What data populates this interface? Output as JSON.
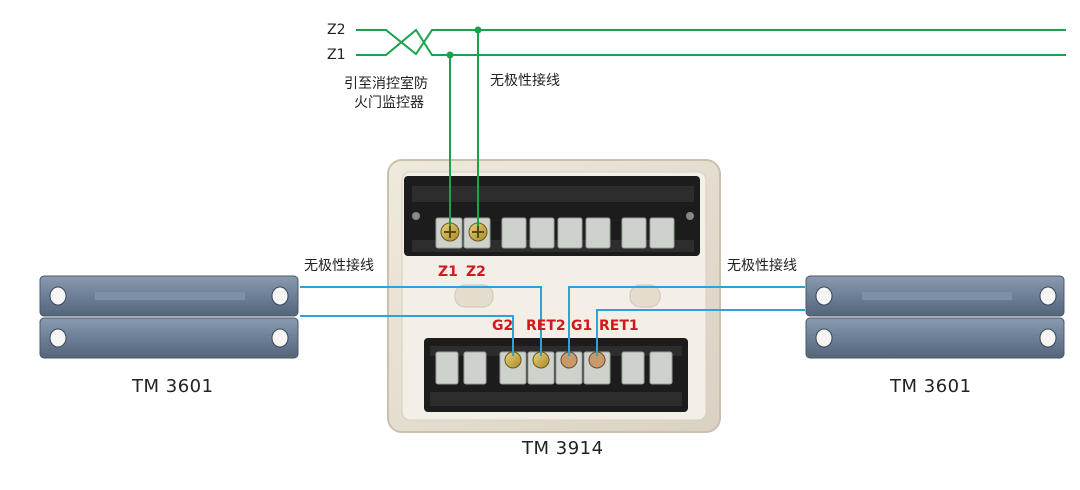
{
  "lines": {
    "z2_label": "Z2",
    "z1_label": "Z1",
    "to_control_room_line1": "引至消控室防",
    "to_control_room_line2": "火门监控器",
    "nonpolar_top": "无极性接线",
    "nonpolar_left": "无极性接线",
    "nonpolar_right": "无极性接线"
  },
  "terminals": {
    "z1": "Z1",
    "z2": "Z2",
    "g2": "G2",
    "ret2": "RET2",
    "g1": "G1",
    "ret1": "RET1"
  },
  "devices": {
    "left_sensor": "TM 3601",
    "right_sensor": "TM 3601",
    "module": "TM 3914"
  },
  "colors": {
    "bus_wire": "#1aa34a",
    "sensor_wire": "#2aa3d8",
    "terminal_label": "#d0181f"
  }
}
